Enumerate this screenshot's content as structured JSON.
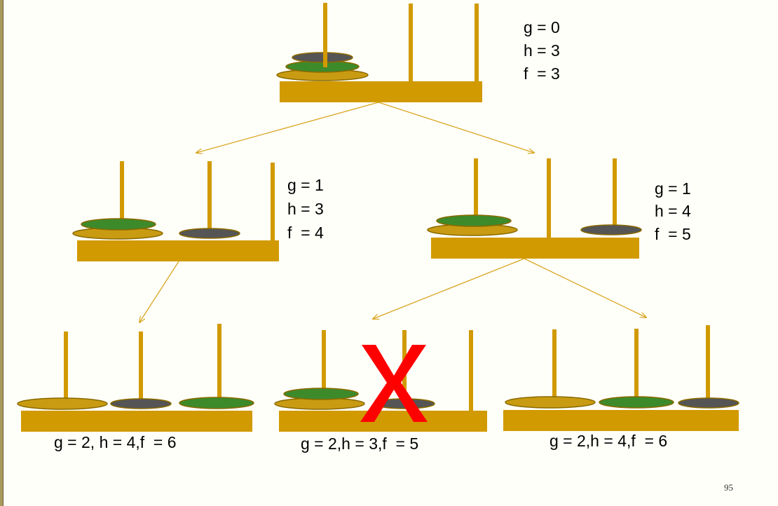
{
  "colors": {
    "peg": "#d19a00",
    "base": "#d19a00",
    "disk_large": "#c99b12",
    "disk_medium": "#3d8a2b",
    "disk_small": "#555555",
    "arrow": "#d8a520",
    "cross": "#ff0000",
    "background": "#fffff9"
  },
  "nodes": {
    "root": {
      "g": "g = 0",
      "h": "h = 3",
      "f": "f  = 3"
    },
    "left": {
      "g": "g = 1",
      "h": "h = 3",
      "f": "f  = 4"
    },
    "right": {
      "g": "g = 1",
      "h": "h = 4",
      "f": "f  = 5"
    },
    "leaf1": {
      "label": "g = 2, h = 4,f  = 6"
    },
    "leaf2": {
      "label": "g = 2,h = 3,f  = 5",
      "rejected": true
    },
    "leaf3": {
      "label": "g = 2,h = 4,f  = 6"
    }
  },
  "page_number": "95"
}
